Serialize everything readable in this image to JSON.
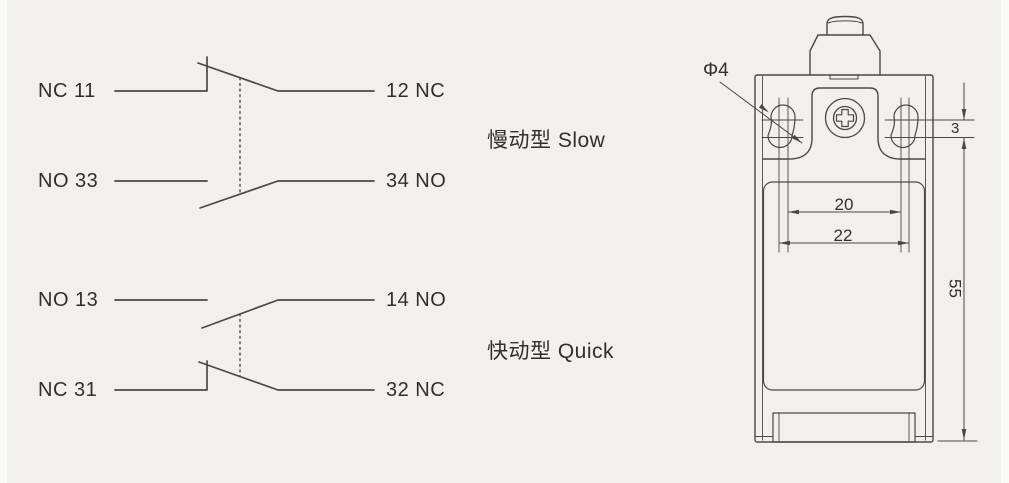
{
  "colors": {
    "background": "#f1f0ee",
    "line": "#4d4742",
    "text": "#332e2a"
  },
  "circuits": {
    "slow": {
      "type_label": "慢动型 Slow",
      "rows": [
        {
          "left": "NC 11",
          "right": "12 NC"
        },
        {
          "left": "NO 33",
          "right": "34 NO"
        }
      ]
    },
    "quick": {
      "type_label": "快动型 Quick",
      "rows": [
        {
          "left": "NO 13",
          "right": "14 NO"
        },
        {
          "left": "NC 31",
          "right": "32 NC"
        }
      ]
    }
  },
  "drawing": {
    "dimensions": {
      "hole_diameter": "Φ4",
      "hole_center_offset": "3",
      "hole_spacing_inner": "20",
      "hole_spacing_outer": "22",
      "body_height": "55"
    }
  }
}
